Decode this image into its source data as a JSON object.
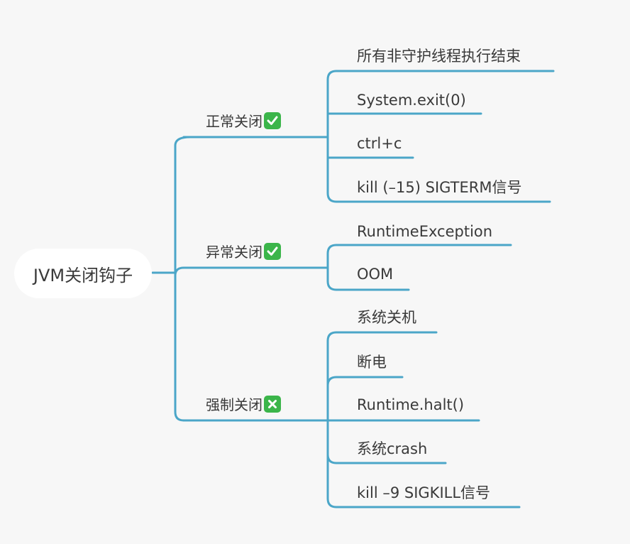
{
  "colors": {
    "line": "#4ba6c8",
    "background": "#f7f7f7",
    "root_fill": "#ffffff",
    "text": "#3a3a3a",
    "badge": "#3bb54a"
  },
  "root": {
    "label": "JVM关闭钩子"
  },
  "categories": [
    {
      "label": "正常关闭",
      "status_icon": "check-mark-icon",
      "items": [
        "所有非守护线程执行结束",
        "System.exit(0)",
        "ctrl+c",
        "kill (–15) SIGTERM信号"
      ]
    },
    {
      "label": "异常关闭",
      "status_icon": "check-mark-icon",
      "items": [
        "RuntimeException",
        "OOM"
      ]
    },
    {
      "label": "强制关闭",
      "status_icon": "cross-mark-icon",
      "items": [
        "系统关机",
        "断电",
        "Runtime.halt()",
        "系统crash",
        "kill –9 SIGKILL信号"
      ]
    }
  ]
}
